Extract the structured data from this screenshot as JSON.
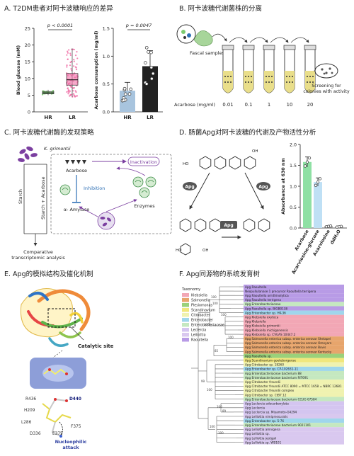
{
  "colors": {
    "hr_box": "#7ccb6f",
    "lr_box": "#f06fa6",
    "bar_dark": "#222222",
    "bar_light": "#a8c4de",
    "bar_green": "#8fe0a4",
    "bar_blue": "#bfe0f5",
    "inactivation": "#7b3fa0",
    "inhibition": "#2d6fb5",
    "bacteria": "#7b3fa0",
    "tube_liquid": "#e9de8a",
    "tree_line": "#666666",
    "klebsiella": "#f2a7b5",
    "salmonella": "#e7a56c",
    "plesiomonas": "#9ad17a",
    "scandinavium": "#f1e77d",
    "citrobacter": "#f0f2b0",
    "enterobacter": "#9fd6ec",
    "enterobacteriaceae": "#c5e8c0",
    "leclercia": "#d4c5f0",
    "leliottia": "#d9c8ef",
    "raoultella": "#b89be6"
  },
  "panelA": {
    "title": "A. T2DM患者对阿卡波糖响应的差异",
    "chart_data": [
      {
        "type": "box",
        "ylabel": "Blood glucose (mM)",
        "ylim": [
          0,
          25
        ],
        "yticks": [
          0,
          5,
          10,
          15,
          20,
          25
        ],
        "categories": [
          "HR",
          "LR"
        ],
        "annotation": "p < 0.0001",
        "series": [
          {
            "category": "HR",
            "min": 5.0,
            "q1": 5.4,
            "median": 5.7,
            "q3": 6.1,
            "max": 6.6
          },
          {
            "category": "LR",
            "min": 4.5,
            "q1": 8.0,
            "median": 9.6,
            "q3": 11.5,
            "max": 19.0
          }
        ]
      },
      {
        "type": "bar",
        "ylabel": "Acarbose consumption (mg/ml)",
        "ylim": [
          0,
          1.5
        ],
        "yticks": [
          0,
          0.5,
          1.0,
          1.5
        ],
        "categories": [
          "HR",
          "LR"
        ],
        "annotation": "p = 0.0047",
        "values": [
          0.38,
          0.82
        ],
        "errors": [
          0.15,
          0.28
        ]
      }
    ]
  },
  "panelB": {
    "title": "B. 阿卡波糖代谢菌株的分离",
    "sample_label": "Fascal samples",
    "conc_label": "Acarbose (mg/ml)",
    "concentrations": [
      "0.01",
      "0.1",
      "1",
      "10",
      "20"
    ],
    "screening_label": [
      "Screening for",
      "colonies with activity"
    ]
  },
  "panelC": {
    "title": "C. 阿卡波糖代谢酶的发现策略",
    "organism": "K. grimontii",
    "starch": "Starch",
    "starch_acarbose": "Starch + Acarbose",
    "acarbose": "Acarbose",
    "inactivation": "Inactivation",
    "inhibition": "Inhibition",
    "amylase": "α- Amylase",
    "enzymes": "Enzymes",
    "analysis": [
      "Comparative",
      "transcriptomic analysis"
    ]
  },
  "panelD": {
    "title": "D. 肠菌Apg对阿卡波糖的代谢及产物活性分析",
    "enzyme": "Apg",
    "chart_data": {
      "type": "bar",
      "ylabel": "Absorbance at 630 nm",
      "ylim": [
        0,
        2.0
      ],
      "yticks": [
        0,
        0.5,
        1.0,
        1.5,
        2.0
      ],
      "categories": [
        "Acarbose",
        "Acarviosine-glucose",
        "Acarviosine",
        "ddH₂O"
      ],
      "values": [
        1.58,
        1.1,
        0.04,
        0.03
      ],
      "errors": [
        0.12,
        0.1,
        0.01,
        0.01
      ]
    }
  },
  "panelE": {
    "title": "E. Apg的模拟结构及催化机制",
    "catalytic_site": "Catalytic site",
    "residues": [
      "R436",
      "D440",
      "H209",
      "L286",
      "D336",
      "E375",
      "F375"
    ],
    "attack": [
      "Nucleophilic",
      "attack"
    ]
  },
  "panelF": {
    "title": "F. Apg同源物的系统发育树",
    "legend_title": "Taxonomy",
    "legend": [
      "Klebsiella",
      "Salmonella",
      "Plesiomonas",
      "Scandinavium",
      "Citrobacter",
      "Enterobacter",
      "Enterobacteriaceae",
      "Leclercia",
      "Lelliottia",
      "Raoultella"
    ],
    "leaves": [
      "Apg Raoultella",
      "Neopullulanase 1 precursor Raoultella terrigena",
      "Apg Raoultella ornithinolytica",
      "Apg Raoultella terrigena",
      "Apg Enterobacteriaceae",
      "Apg Raoultella sp. BIGB0138",
      "Apg Enterobacter sp. HK-36",
      "Apg Klebsiella oxytoca",
      "Apg Klebsiella",
      "Apg Klebsiella grimontii",
      "Apg Klebsiella michiganensis",
      "Apg Klebsiella sp. CVUAS 10447.2",
      "Apg Salmonella enterica subsp. enterica serovar Shelapel",
      "Apg Salmonella enterica subsp. enterica serovar Omeyarn",
      "Apg Salmonella enterica subsp. enterica serovar Bovis",
      "Apg Salmonella enterica subsp. enterica serovar Kentucky",
      "Apg Raoultella sp.",
      "Apg Scandinavium goeteborgense",
      "Apg Citrobacter sp. 18260",
      "Apg Enterobacter sp. CP-102631-11",
      "Apg Enterobacteriaceae bacterium 88",
      "Apg Enterobacteriaceae bacterium RIT691",
      "Apg Citrobacter freundii",
      "Apg Citrobacter freundii ATCC 8090 = MTCC 1658 = NBRC 12681",
      "Apg Citrobacter freundii complex",
      "Apg Citrobacter sp. CtB7.12",
      "Apg Enterobacteriaceae bacterium CCUG 67584",
      "Apg Leclercia adecarboxylata",
      "Apg Leclercia",
      "Apg Leclercia sp. Miyamoto-G4294",
      "Apg Lelliottia nimipressuralis",
      "Apg Enterobacter sp. 5-76",
      "Apg Enterobacteriaceae bacterium 9021101",
      "Apg Lelliottia amnigena",
      "Apg Lelliottia sp.",
      "Apg Lelliottia jeotgali",
      "Apg Lelliottia sp. WB101"
    ],
    "leaf_taxa": [
      "raoultella",
      "raoultella",
      "raoultella",
      "raoultella",
      "enterobacteriaceae",
      "raoultella",
      "enterobacter",
      "klebsiella",
      "klebsiella",
      "klebsiella",
      "klebsiella",
      "klebsiella",
      "salmonella",
      "salmonella",
      "salmonella",
      "salmonella",
      "plesiomonas",
      "scandinavium",
      "citrobacter",
      "enterobacter",
      "enterobacteriaceae",
      "enterobacteriaceae",
      "citrobacter",
      "citrobacter",
      "citrobacter",
      "citrobacter",
      "enterobacteriaceae",
      "leclercia",
      "leclercia",
      "leclercia",
      "leliottia",
      "enterobacter",
      "enterobacteriaceae",
      "leliottia",
      "leliottia",
      "leliottia",
      "leliottia"
    ],
    "bootstrap": [
      "100",
      "100",
      "100",
      "85",
      "100",
      "100",
      "89",
      "100",
      "100",
      "99",
      "100",
      "100"
    ]
  }
}
